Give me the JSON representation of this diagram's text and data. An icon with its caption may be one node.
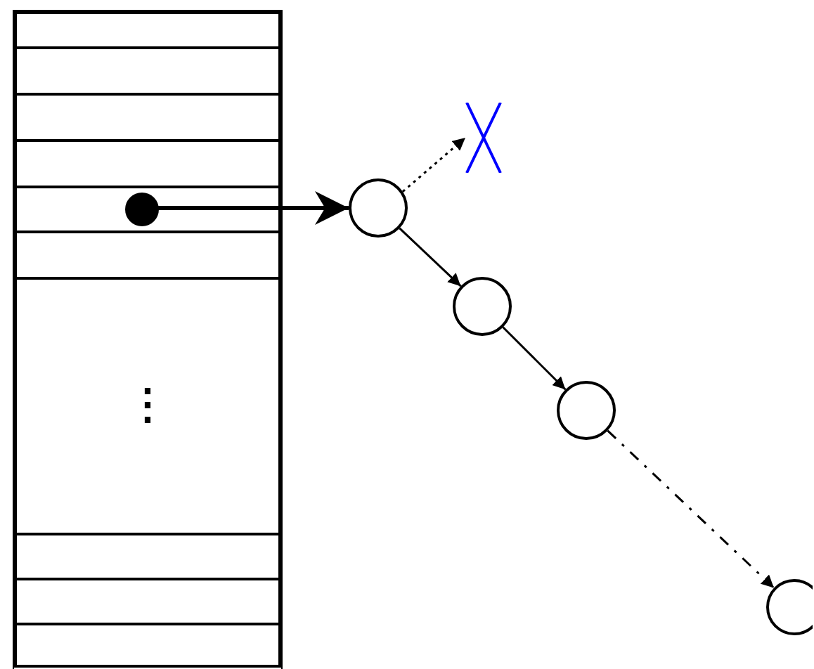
{
  "diagram": {
    "nodes": [
      {
        "text": [],
        "shape": "box"
      },
      {
        "text": [],
        "shape": "box",
        "in": 0
      },
      {
        "text": [],
        "shape": "box",
        "in": 0
      },
      {
        "text": [],
        "shape": "box",
        "in": 0
      },
      {
        "text": [],
        "shape": "box",
        "in": 0
      },
      {
        "text": [],
        "shape": "box",
        "in": 0
      },
      {
        "text": [],
        "shape": "box",
        "in": 0
      },
      {
        "text": [
          "⋮"
        ],
        "in": 0
      },
      {
        "text": [],
        "shape": "box",
        "in": 0
      },
      {
        "text": [],
        "shape": "box",
        "in": 0
      },
      {
        "text": [],
        "shape": "box",
        "in": 0
      },
      {
        "text": [],
        "shape": "circle",
        "in": 5
      },
      {
        "text": [],
        "shape": "circle"
      },
      {
        "text": [],
        "shape": "circle"
      },
      {
        "text": [],
        "shape": "circle"
      },
      {
        "text": [],
        "shape": "circle"
      },
      {
        "text": [],
        "shape": "cross"
      }
    ],
    "edges": [
      {
        "from": 11,
        "to": 12,
        "arrow": "to",
        "style": "thick"
      },
      {
        "from": 12,
        "to": 16,
        "arrow": "to",
        "style": "dashed"
      },
      {
        "from": 12,
        "to": 13,
        "arrow": "to"
      },
      {
        "from": 13,
        "to": 14,
        "arrow": "to"
      },
      {
        "from": 14,
        "to": 15,
        "arrow": "to",
        "style": "dashed"
      }
    ]
  }
}
